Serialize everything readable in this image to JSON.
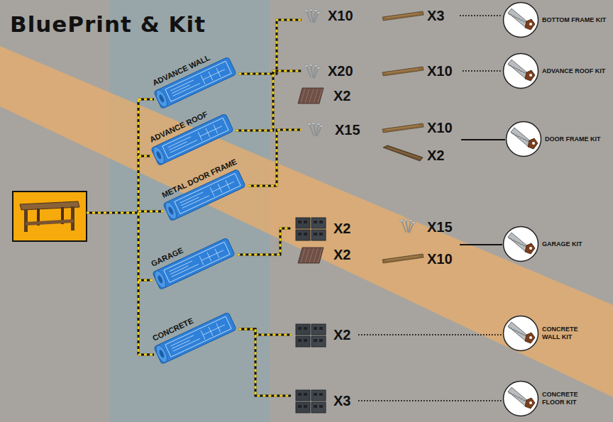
{
  "diagram": {
    "title": "BluePrint & Kit",
    "nodes": [
      {
        "text": [
          "ADVANCE WALL"
        ]
      },
      {
        "text": [
          "ADVANCE ROOF"
        ]
      },
      {
        "text": [
          "METAL DOOR FRAME"
        ]
      },
      {
        "text": [
          "GARAGE"
        ]
      },
      {
        "text": [
          "CONCRETE"
        ]
      },
      {
        "text": [
          "BOTTOM FRAME KIT"
        ]
      },
      {
        "text": [
          "ADVANCE ROOF KIT"
        ]
      },
      {
        "text": [
          "DOOR FRAME KIT"
        ]
      },
      {
        "text": [
          "GARAGE KIT"
        ]
      },
      {
        "text": [
          "CONCRETE WALL KIT"
        ]
      },
      {
        "text": [
          "CONCRETE FLOOR KIT"
        ]
      }
    ],
    "edges": [
      {
        "from": 0,
        "to": 5,
        "arrow": "none"
      },
      {
        "from": 1,
        "to": 6,
        "arrow": "none"
      },
      {
        "from": 2,
        "to": 7,
        "arrow": "none"
      },
      {
        "from": 3,
        "to": 8,
        "arrow": "none"
      },
      {
        "from": 4,
        "to": 9,
        "arrow": "none"
      },
      {
        "from": 4,
        "to": 10,
        "arrow": "none"
      }
    ],
    "labels": [
      "X10",
      "X3",
      "X20",
      "X10",
      "X2",
      "X15",
      "X10",
      "X2",
      "X2",
      "X15",
      "X2",
      "X10",
      "X2",
      "X3"
    ]
  }
}
